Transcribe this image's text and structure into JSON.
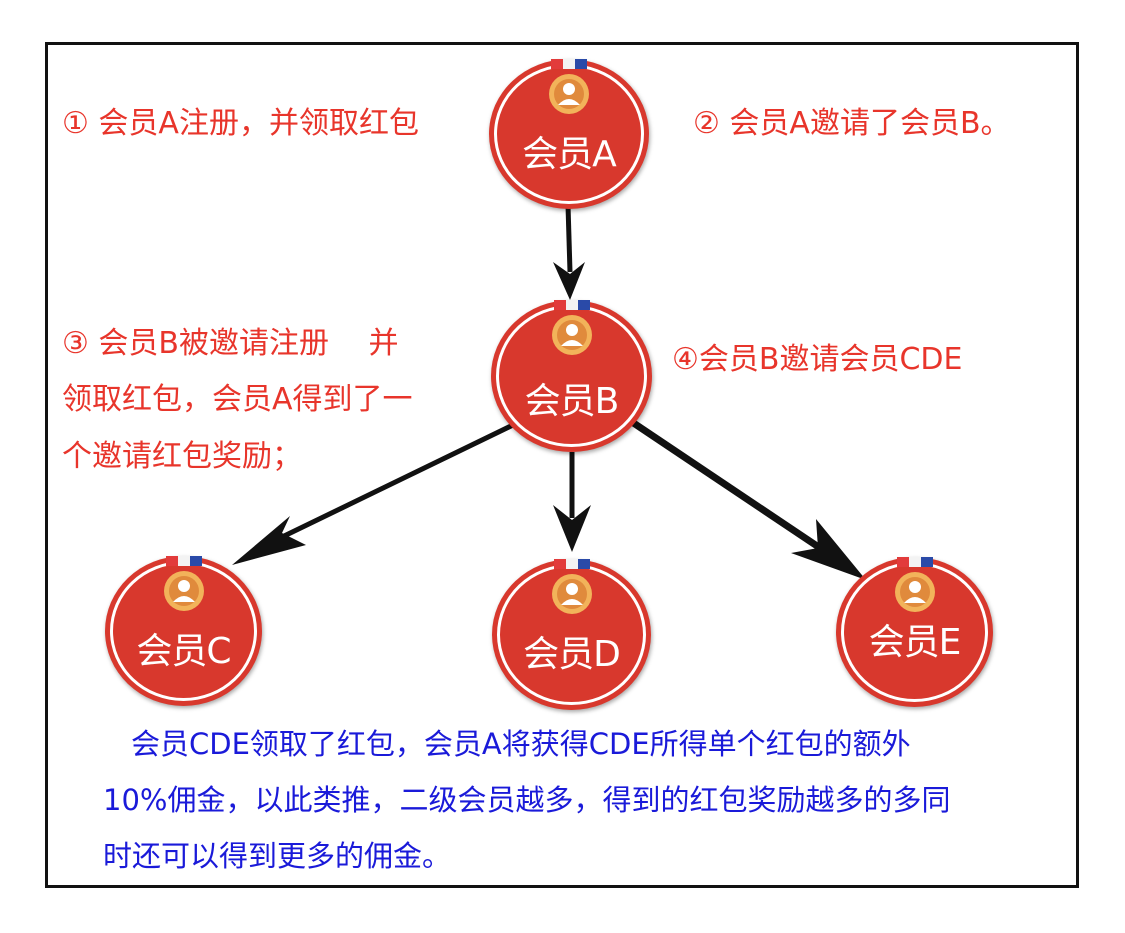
{
  "members": [
    {
      "id": "a",
      "label": "会员A"
    },
    {
      "id": "b",
      "label": "会员B"
    },
    {
      "id": "c",
      "label": "会员C"
    },
    {
      "id": "d",
      "label": "会员D"
    },
    {
      "id": "e",
      "label": "会员E"
    }
  ],
  "steps": {
    "step1": "① 会员A注册，并领取红包",
    "step2": "② 会员A邀请了会员B。",
    "step3_lines": [
      "③ 会员B被邀请注册　 并",
      "领取红包，会员A得到了一",
      "个邀请红包奖励；"
    ],
    "step4": "④会员B邀请会员CDE"
  },
  "summary_lines": [
    "会员CDE领取了红包，会员A将获得CDE所得单个红包的额外",
    "10%佣金，以此类推，二级会员越多，得到的红包奖励越多的多同",
    "时还可以得到更多的佣金。"
  ],
  "colors": {
    "member_fill": "#d8382d",
    "step_text": "#e8352b",
    "summary_text": "#1a1ad9",
    "arrow": "#111111",
    "medal": "#e08a3c"
  },
  "icons": {
    "member_badge": "user-medal-icon",
    "connector": "arrow"
  }
}
